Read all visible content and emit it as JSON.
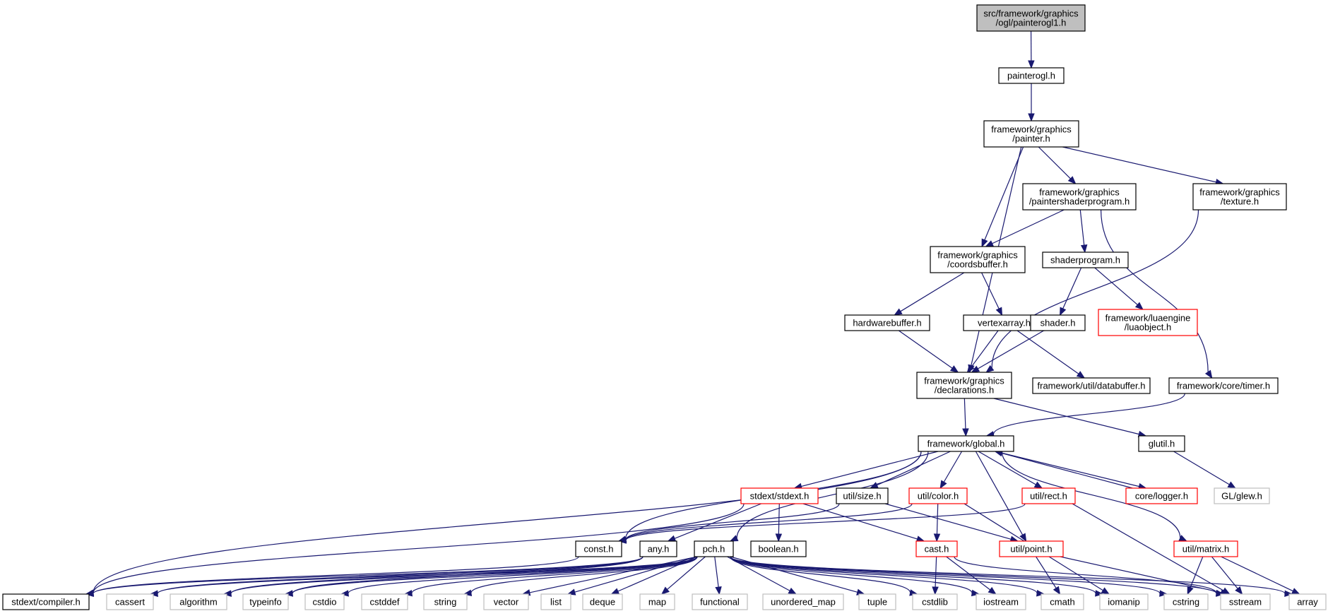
{
  "diagram": {
    "nodes": {
      "root": {
        "lines": [
          "src/framework/graphics",
          "/ogl/painterogl1.h"
        ],
        "kind": "root"
      },
      "painterogl": {
        "lines": [
          "painterogl.h"
        ],
        "kind": "normal"
      },
      "painter": {
        "lines": [
          "framework/graphics",
          "/painter.h"
        ],
        "kind": "normal"
      },
      "paintershader": {
        "lines": [
          "framework/graphics",
          "/paintershaderprogram.h"
        ],
        "kind": "normal"
      },
      "texture": {
        "lines": [
          "framework/graphics",
          "/texture.h"
        ],
        "kind": "normal"
      },
      "coordsbuffer": {
        "lines": [
          "framework/graphics",
          "/coordsbuffer.h"
        ],
        "kind": "normal"
      },
      "shaderprogram": {
        "lines": [
          "shaderprogram.h"
        ],
        "kind": "normal"
      },
      "hardwarebuffer": {
        "lines": [
          "hardwarebuffer.h"
        ],
        "kind": "normal"
      },
      "vertexarray": {
        "lines": [
          "vertexarray.h"
        ],
        "kind": "normal"
      },
      "shader": {
        "lines": [
          "shader.h"
        ],
        "kind": "normal"
      },
      "luaobject": {
        "lines": [
          "framework/luaengine",
          "/luaobject.h"
        ],
        "kind": "red"
      },
      "declarations": {
        "lines": [
          "framework/graphics",
          "/declarations.h"
        ],
        "kind": "normal"
      },
      "databuffer": {
        "lines": [
          "framework/util/databuffer.h"
        ],
        "kind": "normal"
      },
      "timer": {
        "lines": [
          "framework/core/timer.h"
        ],
        "kind": "normal"
      },
      "global": {
        "lines": [
          "framework/global.h"
        ],
        "kind": "normal"
      },
      "glutil": {
        "lines": [
          "glutil.h"
        ],
        "kind": "normal"
      },
      "glew": {
        "lines": [
          "GL/glew.h"
        ],
        "kind": "gray"
      },
      "stdext": {
        "lines": [
          "stdext/stdext.h"
        ],
        "kind": "red"
      },
      "size": {
        "lines": [
          "util/size.h"
        ],
        "kind": "normal"
      },
      "color": {
        "lines": [
          "util/color.h"
        ],
        "kind": "red"
      },
      "rect": {
        "lines": [
          "util/rect.h"
        ],
        "kind": "red"
      },
      "logger": {
        "lines": [
          "core/logger.h"
        ],
        "kind": "red"
      },
      "const": {
        "lines": [
          "const.h"
        ],
        "kind": "normal"
      },
      "any": {
        "lines": [
          "any.h"
        ],
        "kind": "normal"
      },
      "pch": {
        "lines": [
          "pch.h"
        ],
        "kind": "normal"
      },
      "boolean": {
        "lines": [
          "boolean.h"
        ],
        "kind": "normal"
      },
      "cast": {
        "lines": [
          "cast.h"
        ],
        "kind": "red"
      },
      "point": {
        "lines": [
          "util/point.h"
        ],
        "kind": "red"
      },
      "matrix": {
        "lines": [
          "util/matrix.h"
        ],
        "kind": "red"
      },
      "compiler": {
        "lines": [
          "stdext/compiler.h"
        ],
        "kind": "normal"
      },
      "cassert": {
        "lines": [
          "cassert"
        ],
        "kind": "gray"
      },
      "algorithm": {
        "lines": [
          "algorithm"
        ],
        "kind": "gray"
      },
      "typeinfo": {
        "lines": [
          "typeinfo"
        ],
        "kind": "gray"
      },
      "cstdio": {
        "lines": [
          "cstdio"
        ],
        "kind": "gray"
      },
      "cstddef": {
        "lines": [
          "cstddef"
        ],
        "kind": "gray"
      },
      "string": {
        "lines": [
          "string"
        ],
        "kind": "gray"
      },
      "vector": {
        "lines": [
          "vector"
        ],
        "kind": "gray"
      },
      "list": {
        "lines": [
          "list"
        ],
        "kind": "gray"
      },
      "deque": {
        "lines": [
          "deque"
        ],
        "kind": "gray"
      },
      "map": {
        "lines": [
          "map"
        ],
        "kind": "gray"
      },
      "functional": {
        "lines": [
          "functional"
        ],
        "kind": "gray"
      },
      "unordered_map": {
        "lines": [
          "unordered_map"
        ],
        "kind": "gray"
      },
      "tuple": {
        "lines": [
          "tuple"
        ],
        "kind": "gray"
      },
      "cstdlib": {
        "lines": [
          "cstdlib"
        ],
        "kind": "gray"
      },
      "iostream": {
        "lines": [
          "iostream"
        ],
        "kind": "gray"
      },
      "cmath": {
        "lines": [
          "cmath"
        ],
        "kind": "gray"
      },
      "iomanip": {
        "lines": [
          "iomanip"
        ],
        "kind": "gray"
      },
      "cstring": {
        "lines": [
          "cstring"
        ],
        "kind": "gray"
      },
      "sstream": {
        "lines": [
          "sstream"
        ],
        "kind": "gray"
      },
      "array": {
        "lines": [
          "array"
        ],
        "kind": "gray"
      }
    },
    "edges": [
      [
        "root",
        "painterogl"
      ],
      [
        "painterogl",
        "painter"
      ],
      [
        "painter",
        "paintershader"
      ],
      [
        "painter",
        "texture"
      ],
      [
        "painter",
        "coordsbuffer"
      ],
      [
        "painter",
        "declarations"
      ],
      [
        "paintershader",
        "coordsbuffer"
      ],
      [
        "paintershader",
        "shaderprogram"
      ],
      [
        "paintershader",
        "timer"
      ],
      [
        "texture",
        "declarations"
      ],
      [
        "coordsbuffer",
        "hardwarebuffer"
      ],
      [
        "coordsbuffer",
        "vertexarray"
      ],
      [
        "shaderprogram",
        "shader"
      ],
      [
        "shaderprogram",
        "luaobject"
      ],
      [
        "hardwarebuffer",
        "declarations"
      ],
      [
        "vertexarray",
        "declarations"
      ],
      [
        "vertexarray",
        "databuffer"
      ],
      [
        "shader",
        "declarations"
      ],
      [
        "declarations",
        "global"
      ],
      [
        "declarations",
        "glutil"
      ],
      [
        "timer",
        "global"
      ],
      [
        "glutil",
        "glew"
      ],
      [
        "global",
        "stdext"
      ],
      [
        "global",
        "size"
      ],
      [
        "global",
        "color"
      ],
      [
        "global",
        "rect"
      ],
      [
        "global",
        "logger"
      ],
      [
        "global",
        "const"
      ],
      [
        "global",
        "pch"
      ],
      [
        "global",
        "point"
      ],
      [
        "global",
        "matrix"
      ],
      [
        "global",
        "compiler"
      ],
      [
        "logger",
        "global"
      ],
      [
        "stdext",
        "any"
      ],
      [
        "stdext",
        "boolean"
      ],
      [
        "stdext",
        "cast"
      ],
      [
        "stdext",
        "compiler"
      ],
      [
        "size",
        "const"
      ],
      [
        "size",
        "point"
      ],
      [
        "color",
        "cast"
      ],
      [
        "color",
        "const"
      ],
      [
        "color",
        "iomanip"
      ],
      [
        "rect",
        "const"
      ],
      [
        "rect",
        "sstream"
      ],
      [
        "any",
        "compiler"
      ],
      [
        "any",
        "algorithm"
      ],
      [
        "any",
        "cassert"
      ],
      [
        "any",
        "typeinfo"
      ],
      [
        "const",
        "compiler"
      ],
      [
        "cast",
        "cstdlib"
      ],
      [
        "cast",
        "iostream"
      ],
      [
        "cast",
        "sstream"
      ],
      [
        "point",
        "cmath"
      ],
      [
        "point",
        "sstream"
      ],
      [
        "matrix",
        "cstring"
      ],
      [
        "matrix",
        "sstream"
      ],
      [
        "matrix",
        "array"
      ],
      [
        "pch",
        "cassert"
      ],
      [
        "pch",
        "algorithm"
      ],
      [
        "pch",
        "typeinfo"
      ],
      [
        "pch",
        "cstdio"
      ],
      [
        "pch",
        "cstddef"
      ],
      [
        "pch",
        "string"
      ],
      [
        "pch",
        "vector"
      ],
      [
        "pch",
        "list"
      ],
      [
        "pch",
        "deque"
      ],
      [
        "pch",
        "map"
      ],
      [
        "pch",
        "functional"
      ],
      [
        "pch",
        "unordered_map"
      ],
      [
        "pch",
        "tuple"
      ],
      [
        "pch",
        "cstdlib"
      ],
      [
        "pch",
        "iostream"
      ],
      [
        "pch",
        "cmath"
      ],
      [
        "pch",
        "iomanip"
      ],
      [
        "pch",
        "cstring"
      ],
      [
        "pch",
        "sstream"
      ],
      [
        "pch",
        "array"
      ]
    ]
  },
  "colors": {
    "edge": "#191970",
    "root_fill": "#bfbfbf",
    "normal_border": "#000000",
    "red_border": "#ff0000",
    "gray_border": "#bfbfbf"
  }
}
